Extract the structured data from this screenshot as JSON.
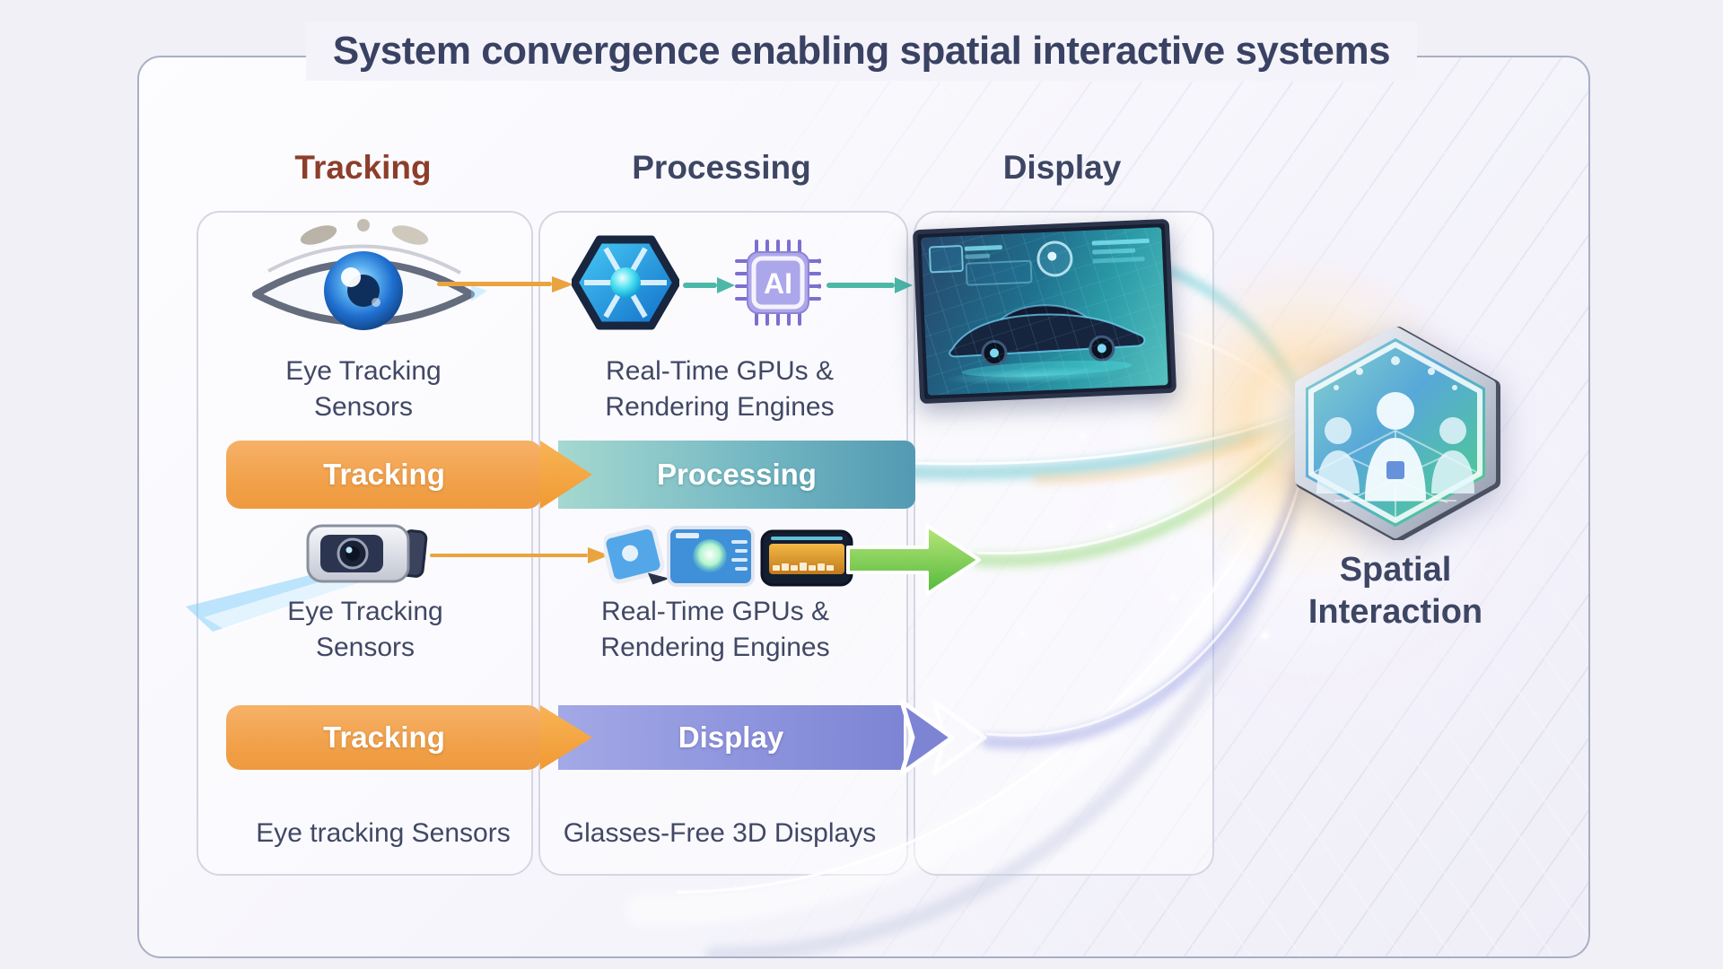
{
  "title": "System convergence enabling spatial interactive systems",
  "columns": {
    "tracking": "Tracking",
    "processing": "Processing",
    "display": "Display"
  },
  "flow1": {
    "tracking_item": "Eye Tracking Sensors",
    "processing_item": "Real-Time GPUs & Rendering Engines",
    "chip_label": "AI",
    "band_left": "Tracking",
    "band_right": "Processing"
  },
  "flow2": {
    "tracking_item": "Eye Tracking Sensors",
    "processing_item": "Real-Time GPUs & Rendering Engines",
    "band_left": "Tracking",
    "band_right": "Display"
  },
  "flow3": {
    "tracking_item": "Eye tracking Sensors",
    "display_item": "Glasses-Free 3D Displays"
  },
  "result": {
    "label": "Spatial Interaction"
  },
  "colors": {
    "band_orange": "#f2a14a",
    "band_teal": "#74b8c3",
    "band_purple": "#8e94dd",
    "green_arrow": "#63c244",
    "header_tracking": "#8d3e2b",
    "header_default": "#3d4663",
    "label_text": "#414865",
    "frame_border": "#a9afc3"
  }
}
